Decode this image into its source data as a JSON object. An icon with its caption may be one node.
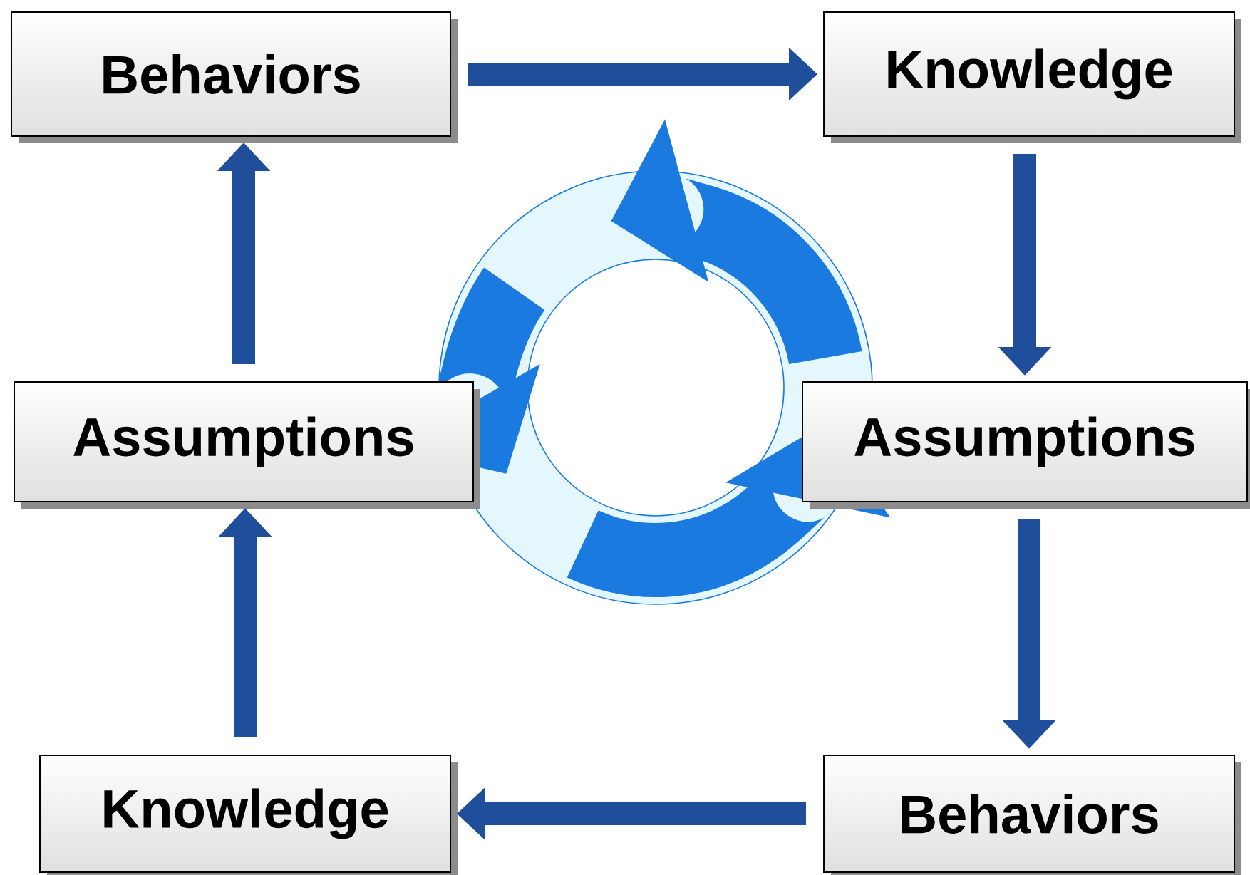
{
  "diagram": {
    "nodes": [
      {
        "text": [
          "Behaviors"
        ]
      },
      {
        "text": [
          "Knowledge"
        ]
      },
      {
        "text": [
          "Assumptions"
        ]
      },
      {
        "text": [
          "Assumptions"
        ]
      },
      {
        "text": [
          "Knowledge"
        ]
      },
      {
        "text": [
          "Behaviors"
        ]
      }
    ],
    "edges": [
      {
        "from": 0,
        "to": 1,
        "arrow": "to"
      },
      {
        "from": 1,
        "to": 3,
        "arrow": "to"
      },
      {
        "from": 3,
        "to": 5,
        "arrow": "to"
      },
      {
        "from": 5,
        "to": 4,
        "arrow": "to"
      },
      {
        "from": 4,
        "to": 2,
        "arrow": "to"
      },
      {
        "from": 2,
        "to": 0,
        "arrow": "to"
      }
    ]
  }
}
